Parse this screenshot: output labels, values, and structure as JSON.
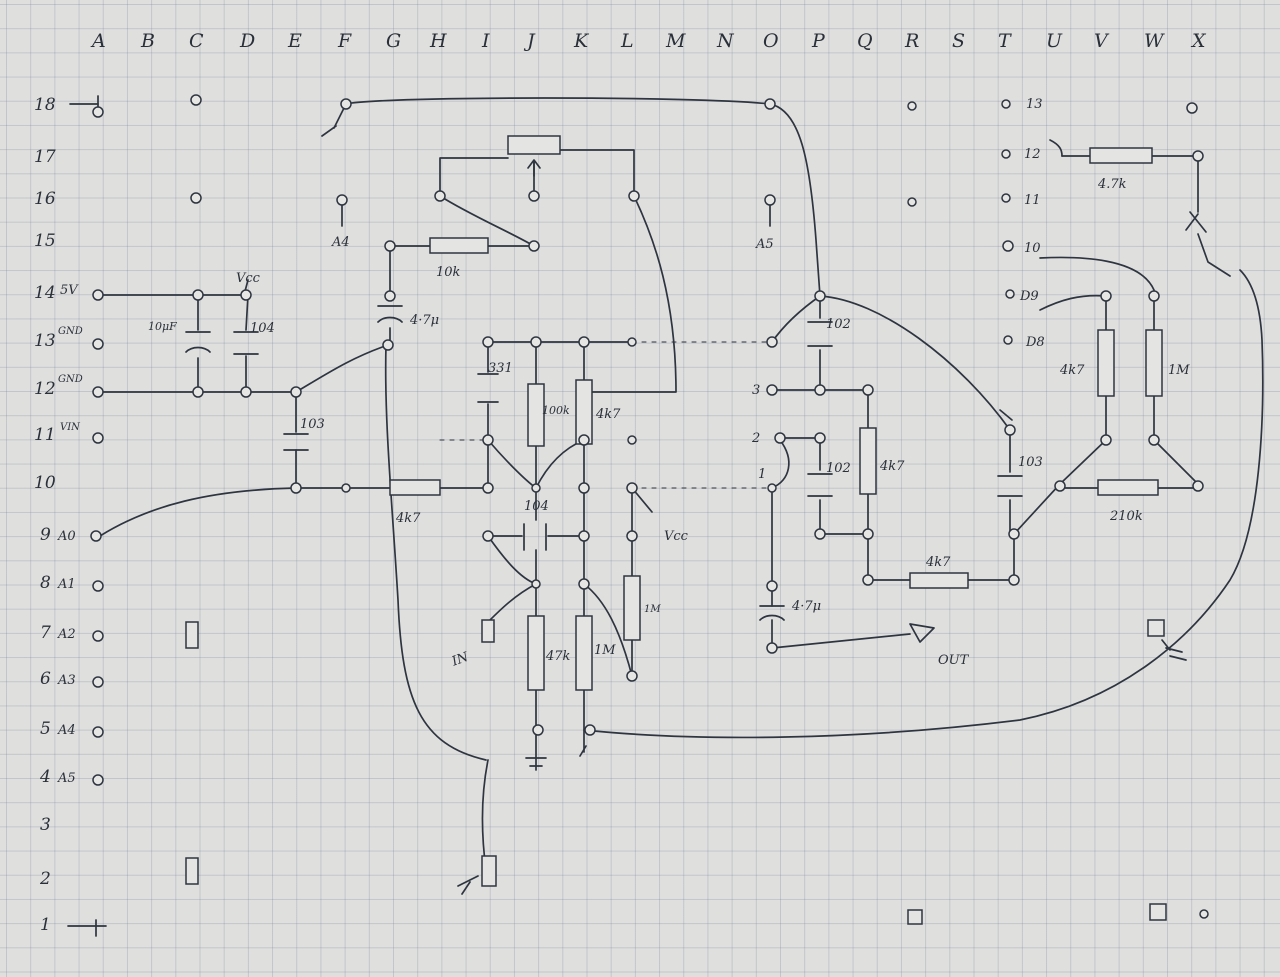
{
  "column_labels": [
    "A",
    "B",
    "C",
    "D",
    "E",
    "F",
    "G",
    "H",
    "I",
    "J",
    "K",
    "L",
    "M",
    "N",
    "O",
    "P",
    "Q",
    "R",
    "S",
    "T",
    "U",
    "V",
    "W",
    "X"
  ],
  "row_labels": [
    {
      "num": "18",
      "tag": ""
    },
    {
      "num": "17",
      "tag": ""
    },
    {
      "num": "16",
      "tag": ""
    },
    {
      "num": "15",
      "tag": ""
    },
    {
      "num": "14",
      "tag": "5V"
    },
    {
      "num": "13",
      "tag": "GND"
    },
    {
      "num": "12",
      "tag": "GND"
    },
    {
      "num": "11",
      "tag": "VIN"
    },
    {
      "num": "10",
      "tag": ""
    },
    {
      "num": "9",
      "tag": "A0"
    },
    {
      "num": "8",
      "tag": "A1"
    },
    {
      "num": "7",
      "tag": "A2"
    },
    {
      "num": "6",
      "tag": "A3"
    },
    {
      "num": "5",
      "tag": "A4"
    },
    {
      "num": "4",
      "tag": "A5"
    },
    {
      "num": "3",
      "tag": ""
    },
    {
      "num": "2",
      "tag": ""
    },
    {
      "num": "1",
      "tag": ""
    }
  ],
  "pin_labels": {
    "a4": "A4",
    "a5": "A5",
    "vcc_top": "Vcc",
    "vcc_mid": "Vcc",
    "in": "IN",
    "out": "OUT",
    "d13": "13",
    "d12": "12",
    "d11": "11",
    "d10": "10",
    "d9": "D9",
    "d8": "D8",
    "n3": "3",
    "n2": "2",
    "n1": "1"
  },
  "components": {
    "cap_10uf": "10μF",
    "cap_104_left": "104",
    "cap_103_left": "103",
    "cap_47u_top": "4·7μ",
    "res_10k": "10k",
    "cap_331": "331",
    "res_100k": "100k",
    "res_4k7_mid": "4k7",
    "res_4k7_in": "4k7",
    "cap_104_mid": "104",
    "res_47k": "47k",
    "res_1m_mid": "1M",
    "res_1m_right": "1M",
    "cap_102_top": "102",
    "cap_102_mid": "102",
    "res_4k7_vert": "4k7",
    "res_4k7_bottom": "4k7",
    "cap_47u_bottom": "4·7μ",
    "cap_103_right": "103",
    "res_4k7_d9": "4k7",
    "res_1m_d10": "1M",
    "res_210k": "210k",
    "res_47k_top": "4.7k"
  }
}
